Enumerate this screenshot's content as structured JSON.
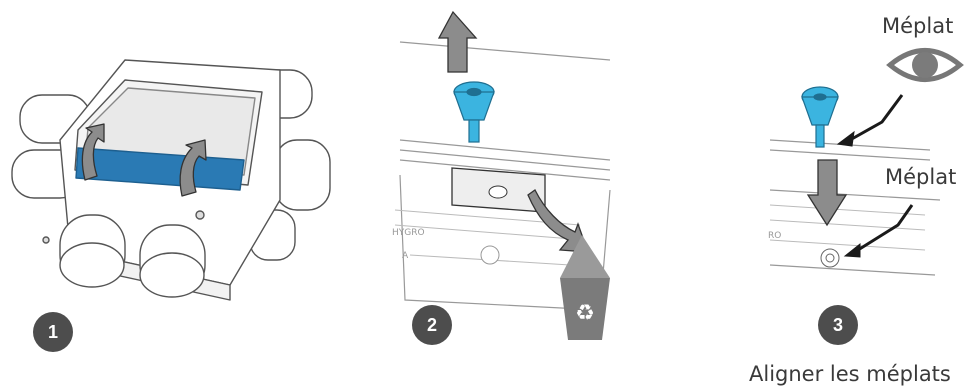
{
  "steps": [
    {
      "number": "1"
    },
    {
      "number": "2"
    },
    {
      "number": "3"
    }
  ],
  "labels": {
    "flat_top": "Méplat",
    "flat_bottom": "Méplat",
    "caption": "Aligner les méplats"
  },
  "colors": {
    "accent_blue": "#2a7ab4",
    "nozzle_cyan": "#3bb4e0",
    "arrow_gray": "#8c8c8c",
    "badge_gray": "#4d4d4d",
    "bin_gray": "#7b7b7b"
  },
  "icons": [
    "up-arrow-icon",
    "rotate-arrow-icon",
    "down-arrow-icon",
    "recycle-bin-icon",
    "eye-icon",
    "pointer-arrow-icon"
  ]
}
